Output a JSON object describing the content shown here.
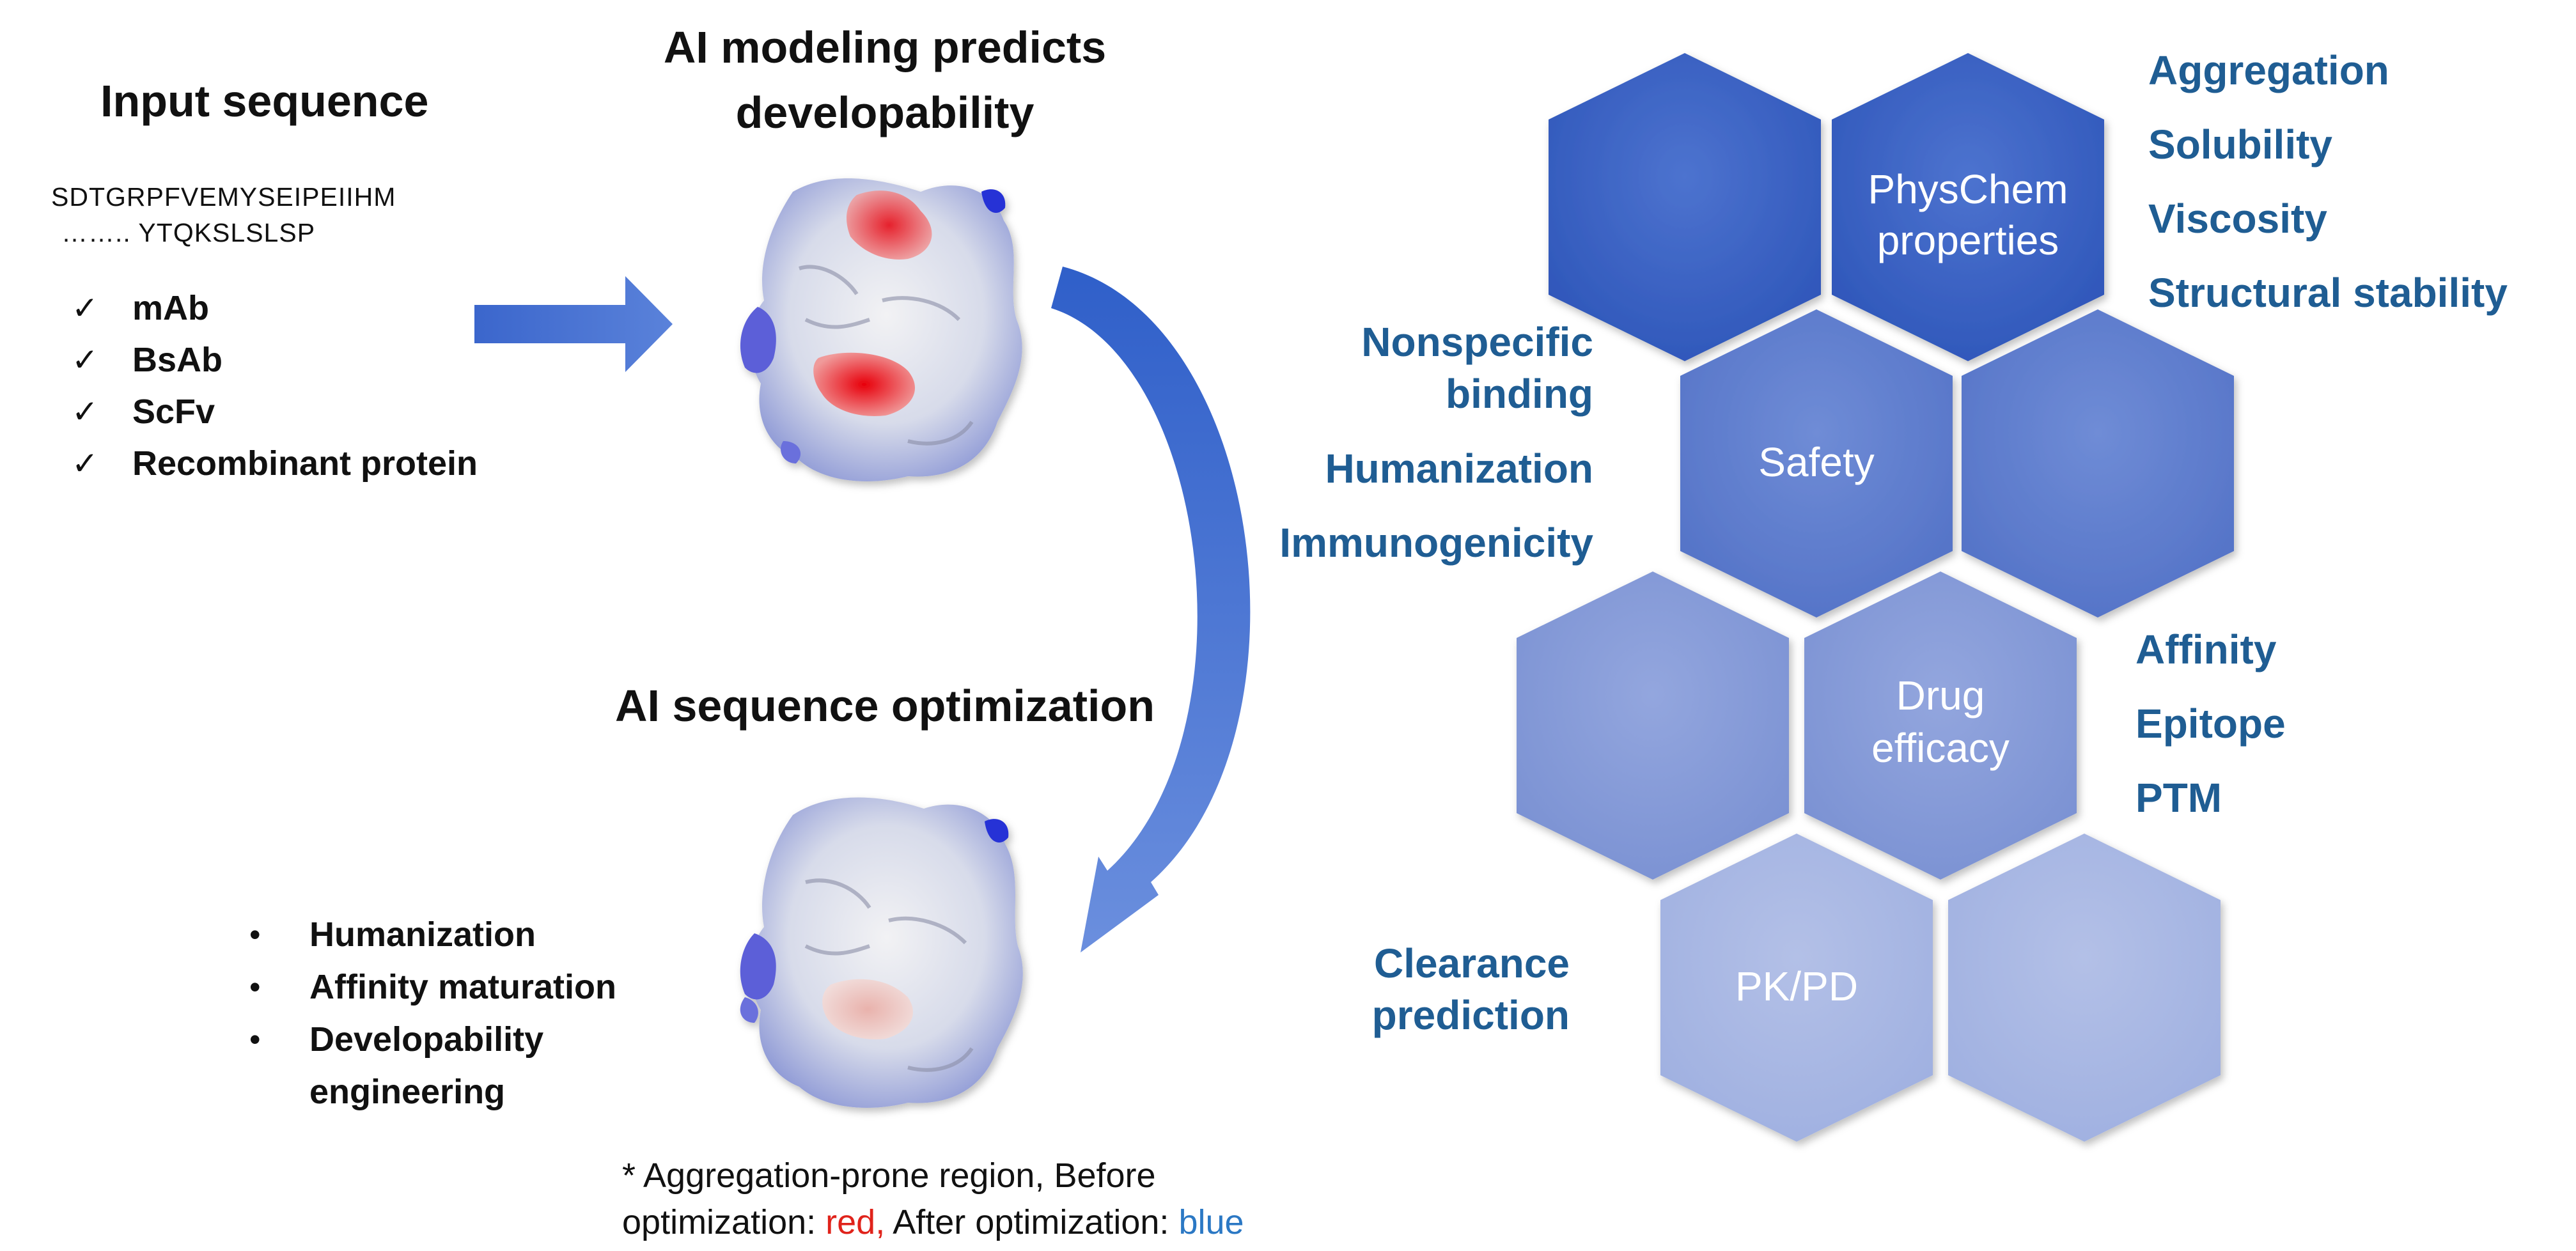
{
  "input": {
    "title": "Input sequence",
    "seq_line1": "SDTGRPFVEMYSEIPEIIHM",
    "seq_line2": "…….. YTQKSLSLSP",
    "formats": [
      "mAb",
      "BsAb",
      "ScFv",
      "Recombinant protein"
    ],
    "check_glyph": "✓"
  },
  "modeling": {
    "title_line1": "AI modeling predicts",
    "title_line2": "developability"
  },
  "optimization": {
    "title": "AI sequence optimization",
    "items": [
      "Humanization",
      "Affinity maturation",
      "Developability",
      "engineering"
    ],
    "bullet_glyph": "•"
  },
  "footnote": {
    "line1": "* Aggregation-prone region, Before",
    "line2_prefix": "optimization: ",
    "red_word": "red,",
    "line2_middle": " After optimization: ",
    "blue_word": "blue"
  },
  "hexagons": {
    "physchem_line1": "PhysChem",
    "physchem_line2": "properties",
    "safety": "Safety",
    "efficacy_line1": "Drug",
    "efficacy_line2": "efficacy",
    "pkpd": "PK/PD"
  },
  "physchem_labels": [
    "Aggregation",
    "Solubility",
    "Viscosity",
    "Structural stability"
  ],
  "safety_labels": [
    "Nonspecific",
    "binding",
    "Humanization",
    "Immunogenicity"
  ],
  "efficacy_labels": [
    "Affinity",
    "Epitope",
    "PTM"
  ],
  "pkpd_labels": [
    "Clearance",
    "prediction"
  ],
  "colors": {
    "label_blue": "#1f5d93",
    "arrow_blue": "#3f6fd0",
    "footnote_red": "#e0231b",
    "footnote_blue": "#2b78c4",
    "hex_dark": "#2f57bd",
    "hex_light": "#a9b6df"
  },
  "icons": {
    "right_arrow": "block-right-arrow-icon",
    "curved_arrow": "curved-down-arrow-icon",
    "protein_before": "protein-surface-before-icon",
    "protein_after": "protein-surface-after-icon"
  }
}
